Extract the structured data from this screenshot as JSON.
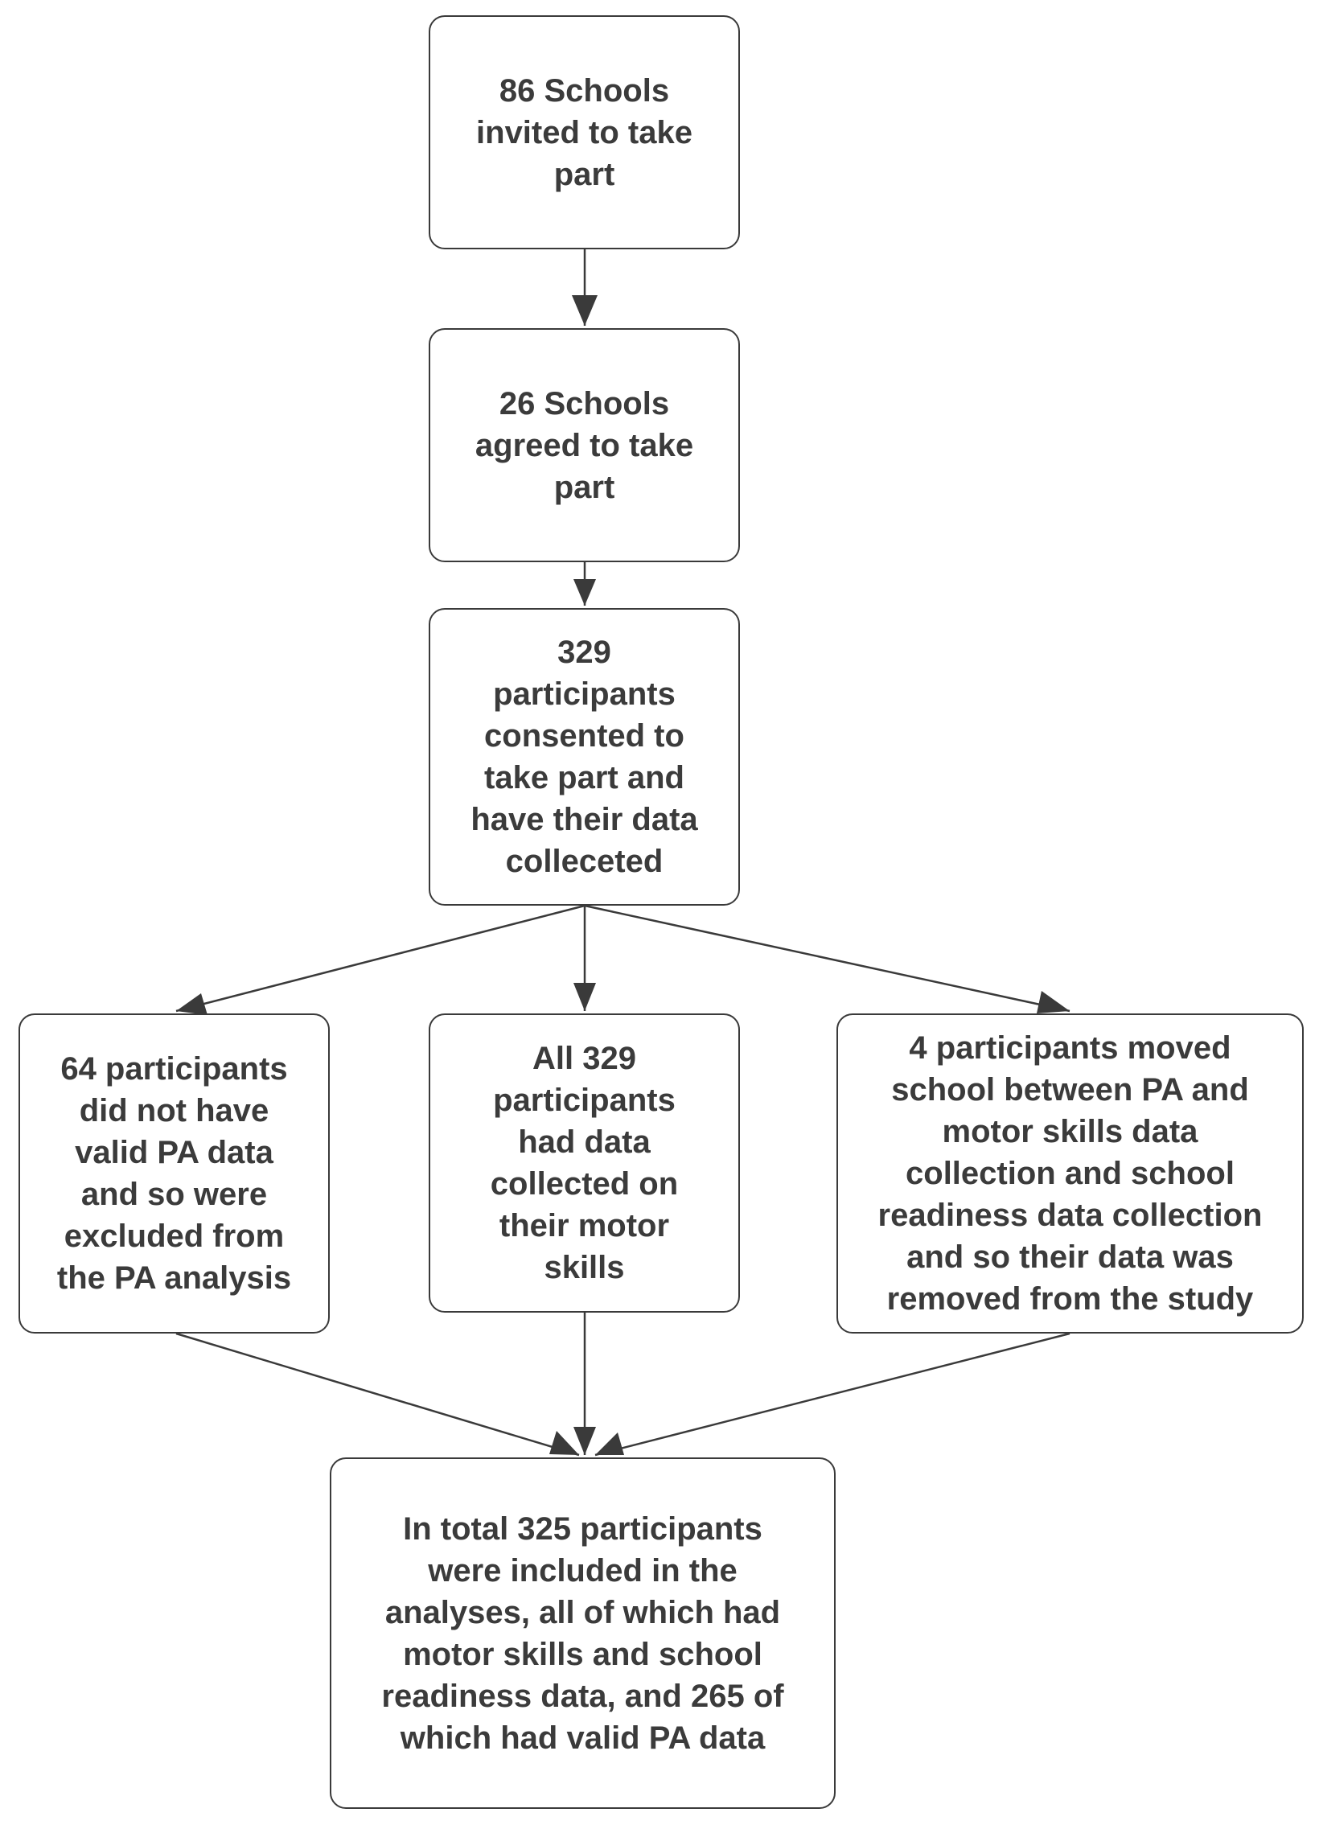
{
  "diagram": {
    "line_color": "#3a3a3a",
    "text_color": "#3b3b3b",
    "background": "#ffffff",
    "boxes": {
      "schools_invited": "86 Schools\ninvited to take\npart",
      "schools_agreed": "26 Schools\nagreed to take\npart",
      "consented": "329\nparticipants\nconsented to\ntake part and\nhave their data\ncolleceted",
      "excluded_pa": "64 participants\ndid not have\nvalid PA data\nand so were\nexcluded from\nthe PA analysis",
      "motor_skills": "All 329\nparticipants\nhad data\ncollected on\ntheir motor\nskills",
      "moved_school": "4 participants moved\nschool between PA and\nmotor skills data\ncollection and school\nreadiness data collection\nand so their data was\nremoved from the study",
      "final": "In total 325  participants\nwere included in the\nanalyses, all of which had\nmotor skills and school\nreadiness data, and 265 of\nwhich had valid PA data"
    },
    "edges": [
      {
        "from": "schools_invited",
        "to": "schools_agreed"
      },
      {
        "from": "schools_agreed",
        "to": "consented"
      },
      {
        "from": "consented",
        "to": "excluded_pa"
      },
      {
        "from": "consented",
        "to": "motor_skills"
      },
      {
        "from": "consented",
        "to": "moved_school"
      },
      {
        "from": "excluded_pa",
        "to": "final"
      },
      {
        "from": "motor_skills",
        "to": "final"
      },
      {
        "from": "moved_school",
        "to": "final"
      }
    ]
  }
}
